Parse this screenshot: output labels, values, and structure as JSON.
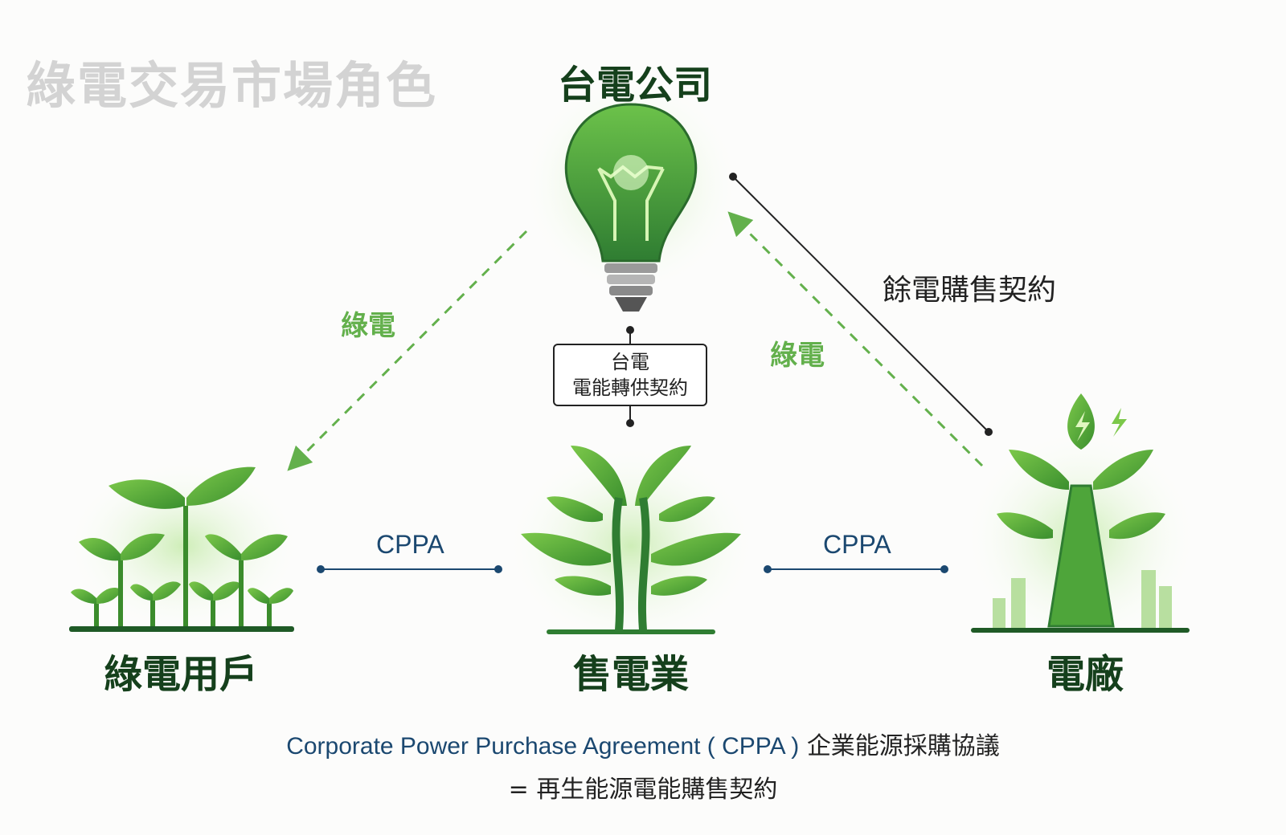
{
  "title": "綠電交易市場角色",
  "roles": {
    "taipower": "台電公司",
    "green_user": "綠電用戶",
    "retailer": "售電業",
    "power_plant": "電廠"
  },
  "flows": {
    "green_left": "綠電",
    "green_right": "綠電",
    "surplus_contract": "餘電購售契約",
    "cppa_left": "CPPA",
    "cppa_right": "CPPA"
  },
  "contract_box": {
    "line1": "台電",
    "line2": "電能轉供契約"
  },
  "footer": {
    "line1_en": "Corporate Power Purchase Agreement ( CPPA )",
    "line1_zh": "企業能源採購協議",
    "line2": "= 再生能源電能購售契約"
  },
  "colors": {
    "green_accent": "#63b04c",
    "dark_green": "#15401c",
    "navy": "#1b4870",
    "title_gray": "#d3d3d3"
  }
}
